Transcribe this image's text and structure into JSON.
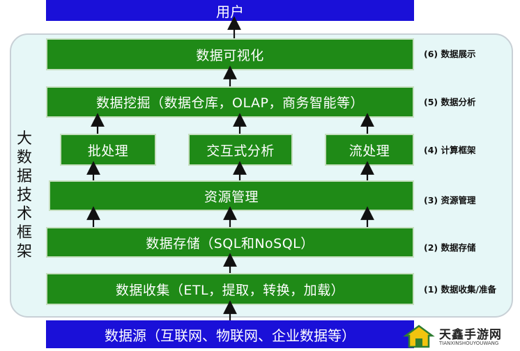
{
  "top": {
    "user": "用户"
  },
  "framework": {
    "title_chars": [
      "大",
      "数",
      "据",
      "技",
      "术",
      "框",
      "架"
    ],
    "visualization": "数据可视化",
    "mining": "数据挖掘（数据仓库，OLAP，商务智能等）",
    "batch": "批处理",
    "interactive": "交互式分析",
    "stream": "流处理",
    "resource": "资源管理",
    "storage": "数据存储（SQL和NoSQL）",
    "collection": "数据收集（ETL，提取，转换，加载）"
  },
  "bottom": {
    "source": "数据源（互联网、物联网、企业数据等）"
  },
  "steps": {
    "s6": "(6)  数据展示",
    "s5": "(5)  数据分析",
    "s4": "(4)  计算框架",
    "s3": "(3)  资源管理",
    "s2": "(2)  数据存储",
    "s1": "(1)  数据收集/准备"
  },
  "watermark": {
    "title": "天鑫手游网",
    "subtitle": "TIANXINSHOUYOUWANG"
  },
  "colors": {
    "layer_green": "#1f8a17",
    "edge_blue": "#1a10d8",
    "frame_bg": "#e6f7f7",
    "arrow": "#111111"
  }
}
